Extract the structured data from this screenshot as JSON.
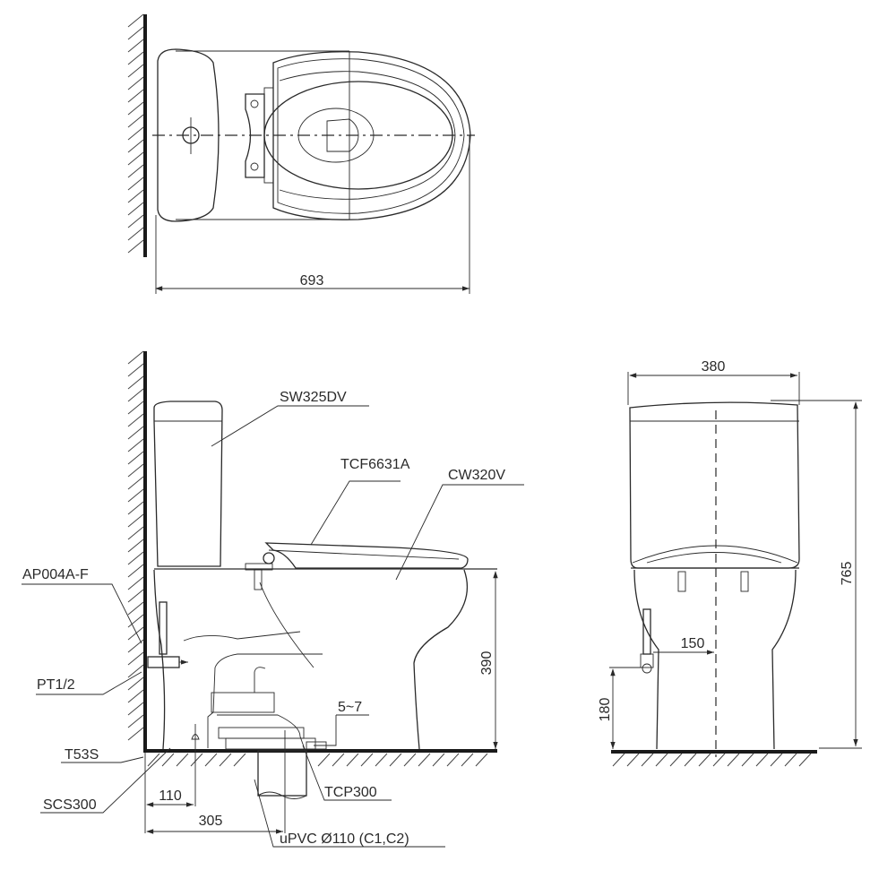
{
  "drawing": {
    "title": "Toilet installation technical drawing",
    "views": {
      "top": {
        "dimensions": {
          "length": "693"
        }
      },
      "side": {
        "parts": {
          "tank": "SW325DV",
          "seat": "TCF6631A",
          "bowl": "CW320V",
          "angle_valve": "AP004A-F",
          "inlet": "PT1/2",
          "fixing": "T53S",
          "screw": "SCS300",
          "flange": "TCP300",
          "drain": "uPVC Ø110 (C1,C2)"
        },
        "dimensions": {
          "seat_height": "390",
          "gap": "5~7",
          "bolt_from_wall": "110",
          "drain_from_wall": "305"
        }
      },
      "front": {
        "dimensions": {
          "width": "380",
          "height": "765",
          "inlet_offset": "150",
          "inlet_height": "180"
        }
      }
    }
  }
}
